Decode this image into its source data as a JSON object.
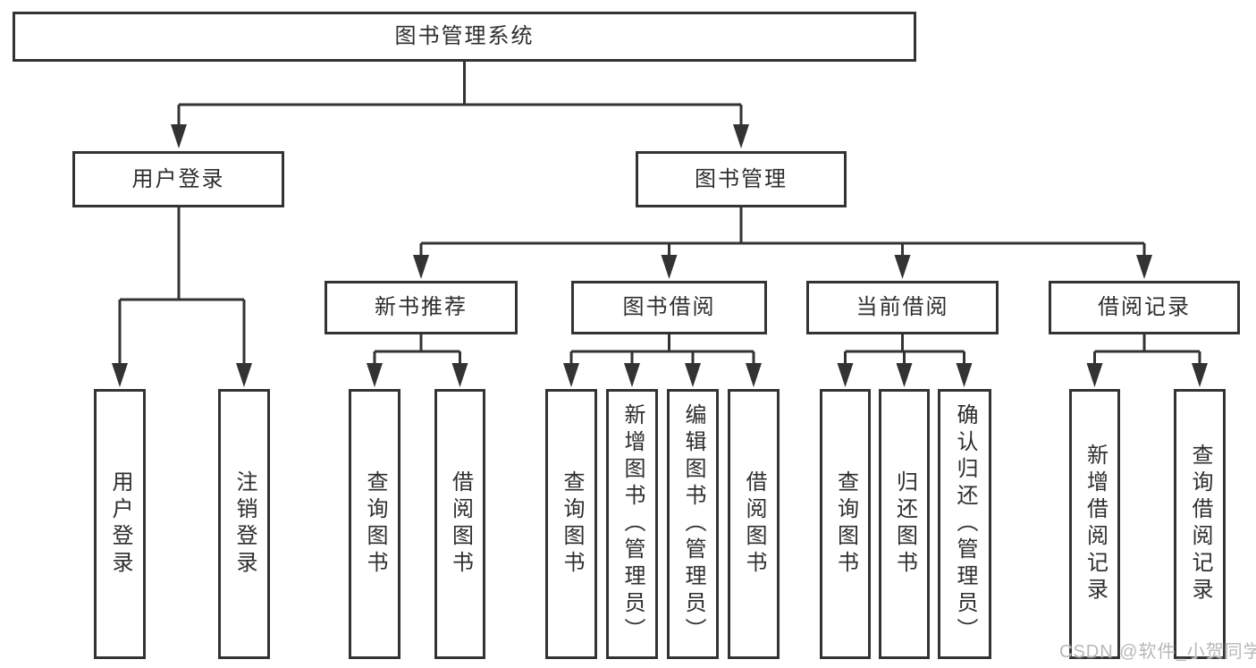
{
  "watermark": "CSDN @软件_小贺同学",
  "colors": {
    "line": "#333333",
    "text": "#2e2e2e",
    "background": "#ffffff",
    "watermark": "#b8b8b8"
  },
  "tree": {
    "root": "图书管理系统",
    "branches": [
      {
        "label": "用户登录",
        "children": [
          {
            "label": "用户登录"
          },
          {
            "label": "注销登录"
          }
        ]
      },
      {
        "label": "图书管理",
        "children": [
          {
            "label": "新书推荐",
            "children": [
              {
                "label": "查询图书"
              },
              {
                "label": "借阅图书"
              }
            ]
          },
          {
            "label": "图书借阅",
            "children": [
              {
                "label": "查询图书"
              },
              {
                "label": "新增图书（管理员）"
              },
              {
                "label": "编辑图书（管理员）"
              },
              {
                "label": "借阅图书"
              }
            ]
          },
          {
            "label": "当前借阅",
            "children": [
              {
                "label": "查询图书"
              },
              {
                "label": "归还图书"
              },
              {
                "label": "确认归还（管理员）"
              }
            ]
          },
          {
            "label": "借阅记录",
            "children": [
              {
                "label": "新增借阅记录"
              },
              {
                "label": "查询借阅记录"
              }
            ]
          }
        ]
      }
    ]
  }
}
